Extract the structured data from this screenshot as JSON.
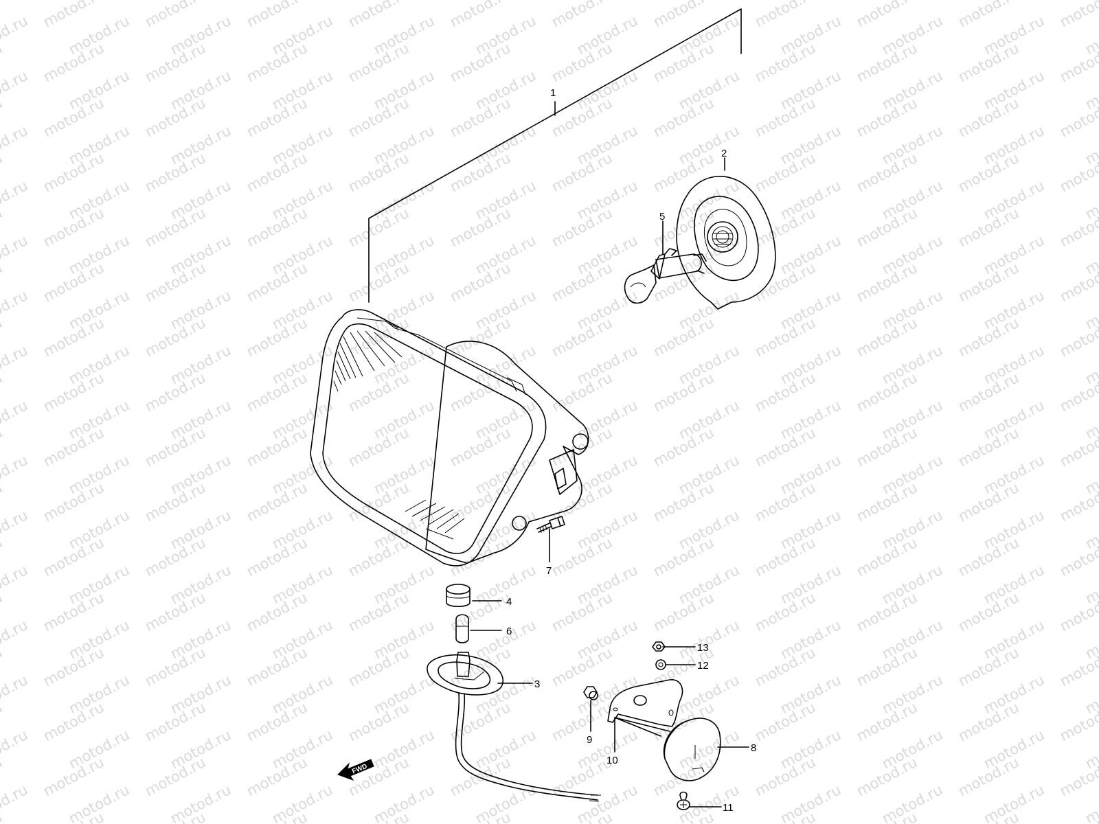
{
  "watermark": {
    "text": "motod.ru"
  },
  "fwd_label": "FWD",
  "callouts": [
    {
      "id": "1",
      "label": "1"
    },
    {
      "id": "2",
      "label": "2"
    },
    {
      "id": "3",
      "label": "3"
    },
    {
      "id": "4",
      "label": "4"
    },
    {
      "id": "5",
      "label": "5"
    },
    {
      "id": "6",
      "label": "6"
    },
    {
      "id": "7",
      "label": "7"
    },
    {
      "id": "8",
      "label": "8"
    },
    {
      "id": "9",
      "label": "9"
    },
    {
      "id": "10",
      "label": "10"
    },
    {
      "id": "11",
      "label": "11"
    },
    {
      "id": "12",
      "label": "12"
    },
    {
      "id": "13",
      "label": "13"
    }
  ]
}
